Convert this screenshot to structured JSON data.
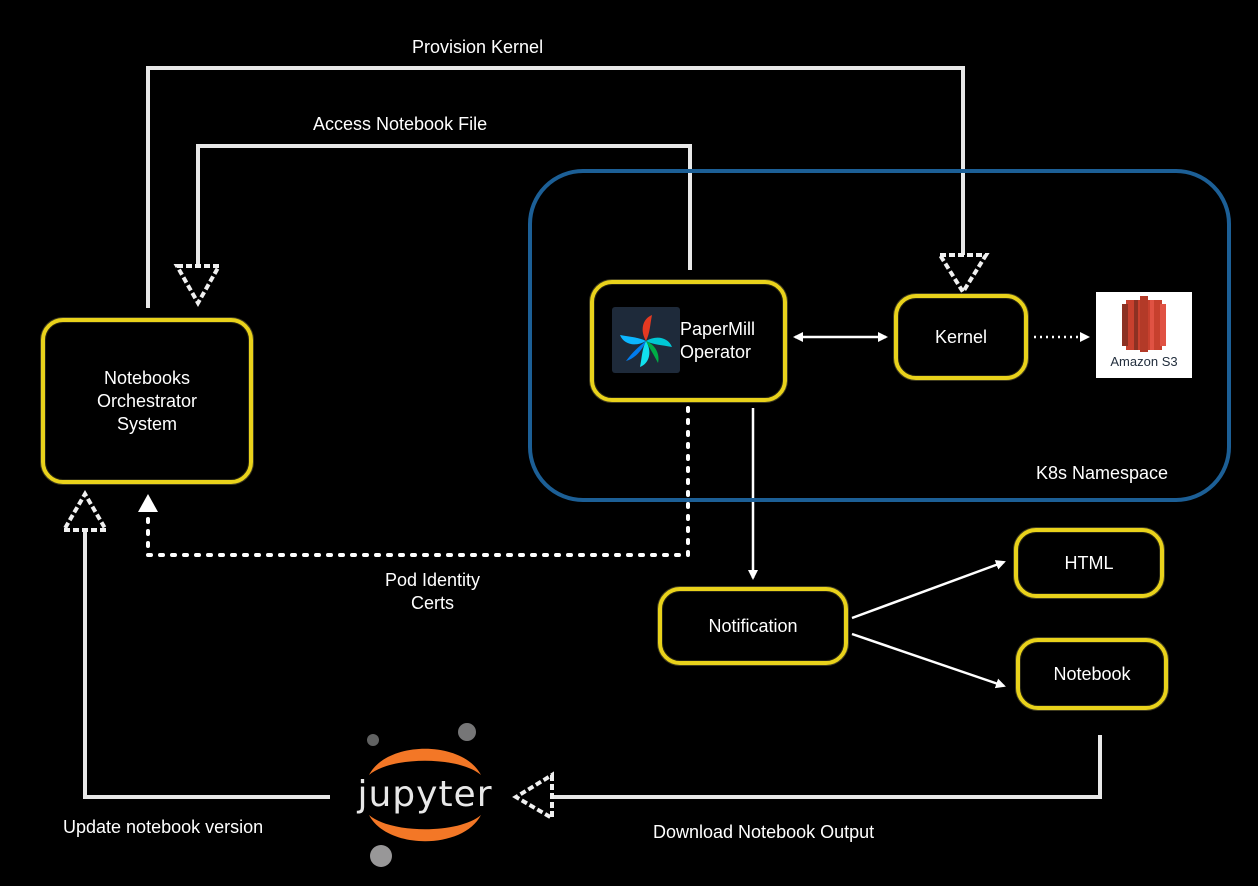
{
  "edges": {
    "provision_kernel": "Provision Kernel",
    "access_notebook": "Access Notebook File",
    "pod_identity": "Pod Identity",
    "certs": "Certs",
    "update_version": "Update notebook version",
    "download_output": "Download Notebook Output"
  },
  "nodes": {
    "orchestrator": [
      "Notebooks",
      "Orchestrator",
      "System"
    ],
    "papermill": [
      "PaperMill",
      "Operator"
    ],
    "kernel": "Kernel",
    "notification": "Notification",
    "html": "HTML",
    "notebook": "Notebook",
    "namespace": "K8s Namespace",
    "s3": "Amazon S3",
    "jupyter": "jupyter"
  },
  "icons": {
    "airflow": "airflow-logo-icon",
    "s3": "amazon-s3-icon",
    "jupyter": "jupyter-logo-icon"
  },
  "colors": {
    "box_border": "#e9d21b",
    "namespace_border": "#1c5f96",
    "jupyter_orange": "#f37726",
    "s3_red": "#c7402e"
  }
}
